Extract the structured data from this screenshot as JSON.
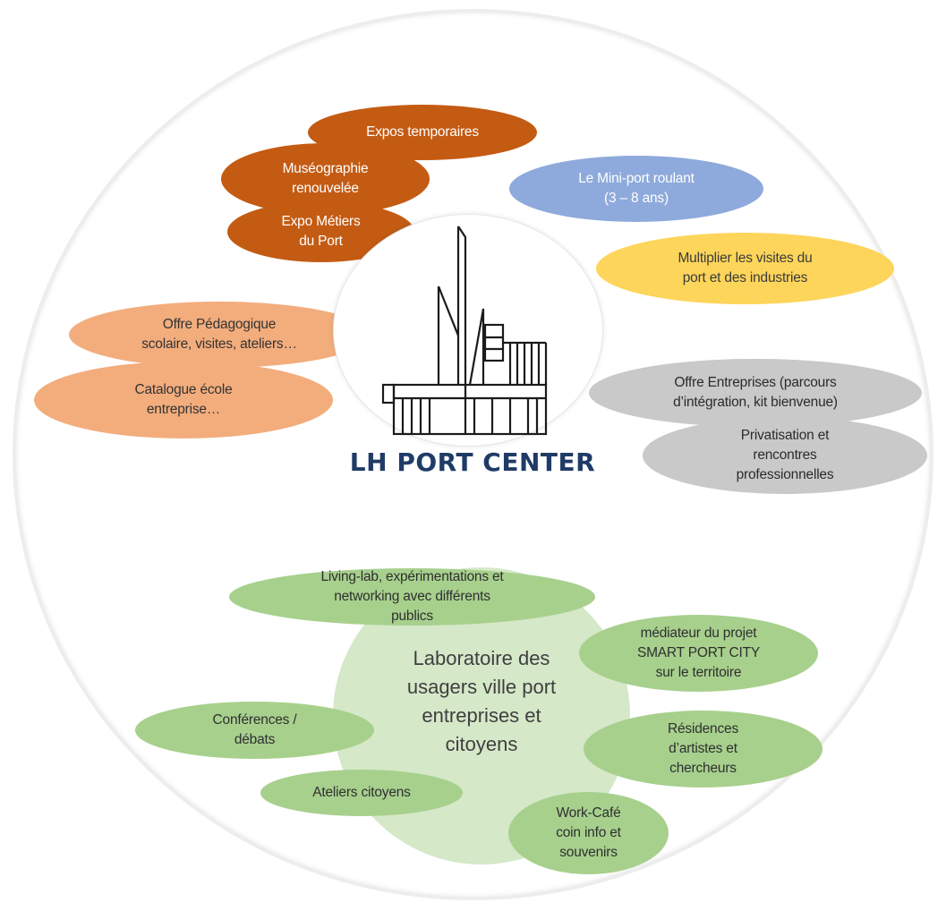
{
  "logo": {
    "title": "LH PORT CENTER",
    "color": "#1f3b66"
  },
  "top_items": {
    "expos_temporaires": "Expos temporaires",
    "museographie": "Muséographie\nrenouvelée",
    "expo_metiers": "Expo Métiers\ndu Port",
    "mini_port": "Le Mini-port roulant\n(3 – 8 ans)",
    "visites": "Multiplier les visites du\nport et des industries"
  },
  "left_items": {
    "offre_pedagogique": "Offre Pédagogique\nscolaire, visites, ateliers…",
    "catalogue": "Catalogue école\nentreprise…"
  },
  "right_items": {
    "offre_entreprises": "Offre Entreprises (parcours\nd’intégration, kit bienvenue)",
    "privatisation": "Privatisation et\nrencontres\nprofessionnelles"
  },
  "laboratoire": {
    "center": "Laboratoire des\nusagers ville port\nentreprises et\ncitoyens",
    "living_lab": "Living-lab, expérimentations et\nnetworking avec différents\npublics",
    "mediateur": "médiateur du projet\nSMART PORT CITY\nsur le territoire",
    "conferences": "Conférences /\ndébats",
    "residences": "Résidences\nd’artistes et\nchercheurs",
    "ateliers": "Ateliers citoyens",
    "work_cafe": "Work-Café\ncoin info et\nsouvenirs"
  },
  "colors": {
    "museum": "#c45b13",
    "children": "#8eaadc",
    "visits": "#fdd55a",
    "schools": "#f3ad7d",
    "companies": "#c9c9c9",
    "laboratory": "#a7d08d",
    "laboratory_center": "#d5e8c8"
  }
}
